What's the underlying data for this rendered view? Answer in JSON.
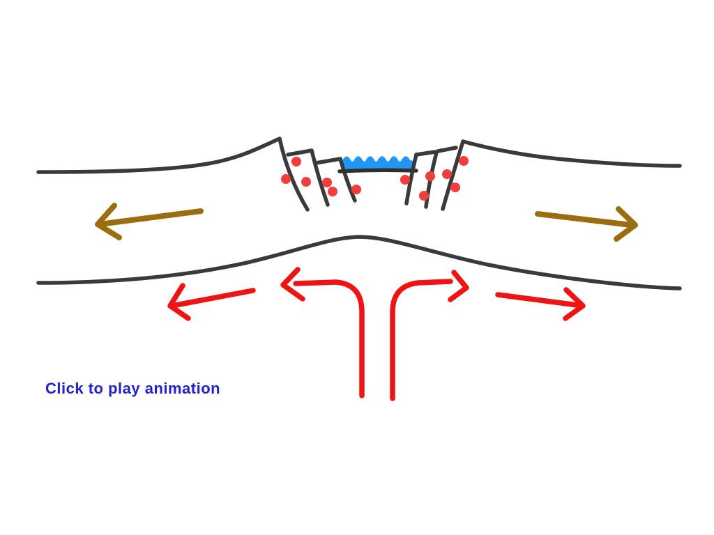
{
  "caption": {
    "text": "Click to play animation"
  },
  "diagram": {
    "name": "continental-rift-cross-section",
    "description_visible_elements": {
      "crust_blocks": "two diverging crustal plates with stepped normal fault blocks in central rift valley",
      "rift_lake": "blue water body with wavy surface in central graben",
      "earthquake_dots_count": 12,
      "plate_motion_arrows": [
        "left",
        "right"
      ],
      "mantle_upwelling_arrows": [
        "up-then-left",
        "up-then-right"
      ],
      "asthenosphere_flow_arrows": [
        "left",
        "right"
      ]
    },
    "colors": {
      "crust_outline": "#3a3a3a",
      "water_fill": "#2196f3",
      "water_baseline": "#2f2f2f",
      "earthquake_dot": "#f23d3d",
      "mantle_arrow": "#ee1414",
      "plate_motion_arrow": "#9a6e10",
      "caption_text": "#2222cc",
      "background": "#ffffff"
    },
    "icons": {
      "plate_motion_left": "arrow-left-icon",
      "plate_motion_right": "arrow-right-icon",
      "mantle_upwelling_left": "arrow-up-curve-left-icon",
      "mantle_upwelling_right": "arrow-up-curve-right-icon",
      "flow_left": "arrow-left-icon",
      "flow_right": "arrow-right-icon"
    }
  }
}
